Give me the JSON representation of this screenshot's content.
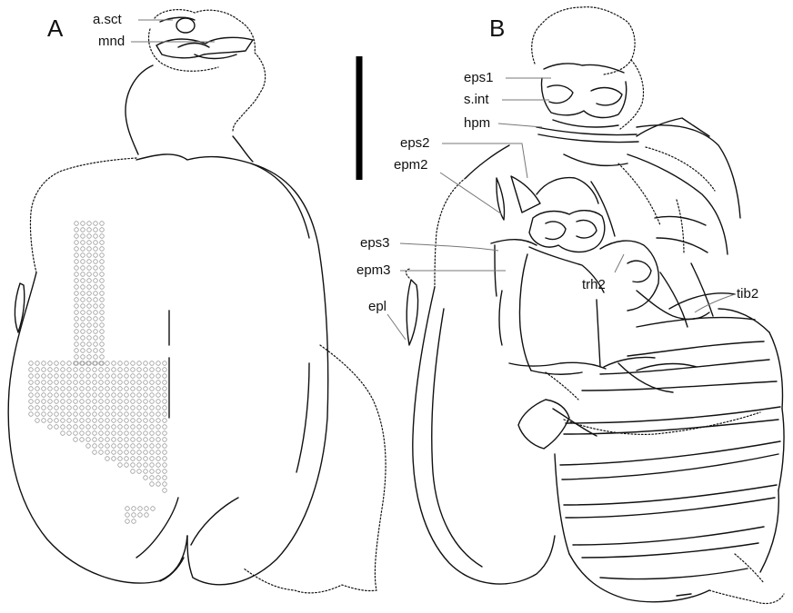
{
  "figure": {
    "panels": [
      {
        "letter": "A",
        "labels": [
          "a.sct",
          "mnd"
        ]
      },
      {
        "letter": "B",
        "labels": [
          "eps1",
          "s.int",
          "hpm",
          "eps2",
          "epm2",
          "eps3",
          "epm3",
          "epl",
          "trh2",
          "tib2"
        ]
      }
    ],
    "colors": {
      "ink": "#111111",
      "leader": "#777777",
      "punctures": "#999999",
      "background": "#ffffff"
    }
  }
}
